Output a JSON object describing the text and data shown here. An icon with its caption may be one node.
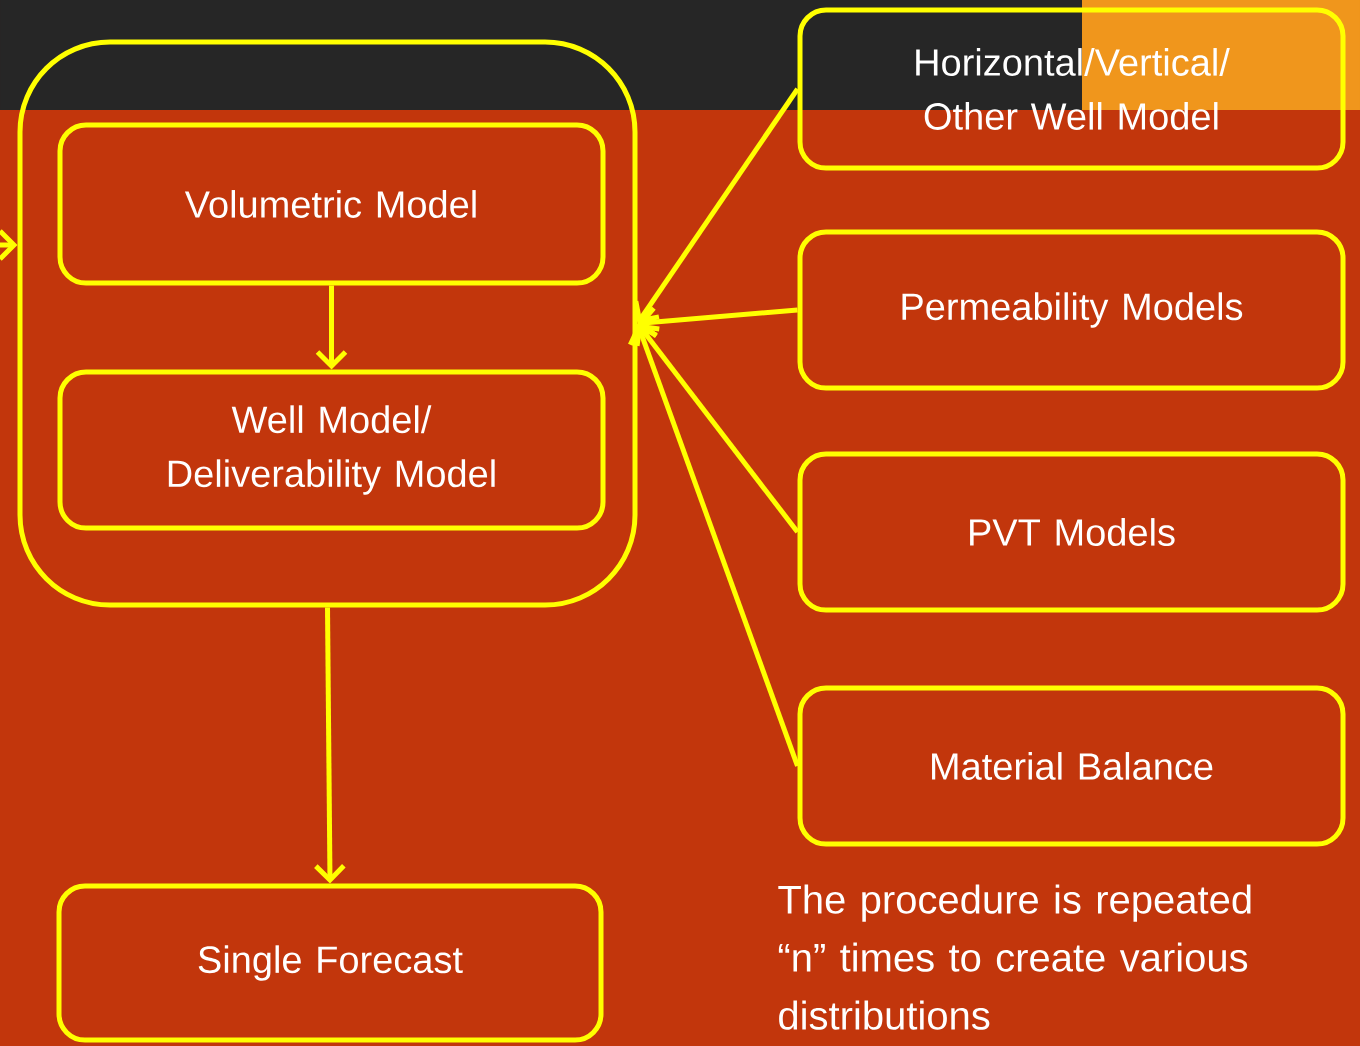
{
  "diagram": {
    "nodes": [
      {
        "text": [],
        "shape": "box"
      },
      {
        "text": [
          "Volumetric Model"
        ],
        "in": 0
      },
      {
        "text": [
          "Well Model/ Deliverability Model"
        ],
        "in": 0
      },
      {
        "text": [
          "Horizontal/Vertical/ Other Well Model"
        ]
      },
      {
        "text": [
          "Permeability Models"
        ]
      },
      {
        "text": [
          "PVT Models"
        ]
      },
      {
        "text": [
          "Material Balance"
        ]
      },
      {
        "text": [
          "Single Forecast"
        ]
      }
    ],
    "edges": [
      {
        "from": null,
        "to": 0,
        "arrow": "to"
      },
      {
        "from": 1,
        "to": 2,
        "arrow": "to"
      },
      {
        "from": 3,
        "to": 0,
        "arrow": "to"
      },
      {
        "from": 4,
        "to": 0,
        "arrow": "to"
      },
      {
        "from": 5,
        "to": 0,
        "arrow": "to"
      },
      {
        "from": 6,
        "to": 0,
        "arrow": "to"
      },
      {
        "from": 0,
        "to": 7,
        "arrow": "to"
      }
    ],
    "labels": [
      "The procedure is repeated “n” times to create various distributions"
    ]
  }
}
